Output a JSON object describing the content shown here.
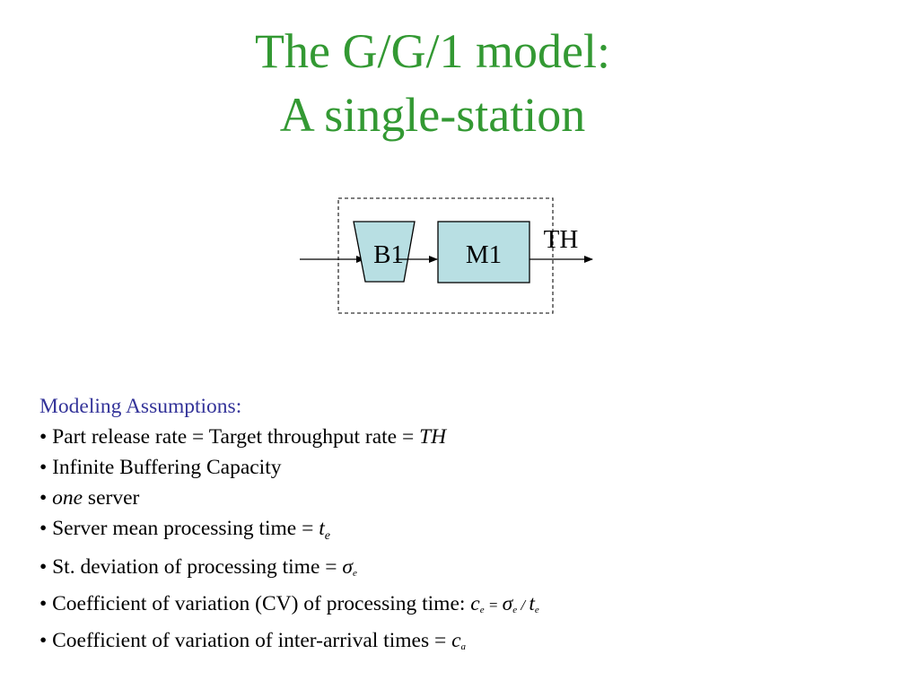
{
  "title": {
    "line1": "The G/G/1 model:",
    "line2": "A single-station"
  },
  "diagram": {
    "buffer_label": "B1",
    "machine_label": "M1",
    "output_label": "TH",
    "fill_color": "#b8dfe3",
    "boundary_style": "dashed"
  },
  "assumptions": {
    "heading": "Modeling Assumptions:",
    "bullet": "•",
    "item1": {
      "text": "Part release rate = Target throughput rate = ",
      "var": "TH"
    },
    "item2": {
      "text": "Infinite Buffering Capacity"
    },
    "item3": {
      "emph": "one",
      "text": " server"
    },
    "item4": {
      "text": "Server mean processing time = ",
      "var": "t",
      "sub": "e"
    },
    "item5": {
      "text": "St. deviation of processing time = ",
      "sym": "σ",
      "sub": "e"
    },
    "item6": {
      "text": "Coefficient of variation (CV) of processing time: ",
      "c": "c",
      "c_sub": "e",
      "eq": " = ",
      "sym": "σ",
      "sym_sub": "e",
      "div": " / ",
      "t": "t",
      "t_sub": "e"
    },
    "item7": {
      "text": "Coefficient of variation of inter-arrival times = ",
      "c": "c",
      "c_sub": "a"
    }
  },
  "colors": {
    "title": "#339933",
    "heading": "#333399",
    "box_fill": "#b8dfe3"
  }
}
